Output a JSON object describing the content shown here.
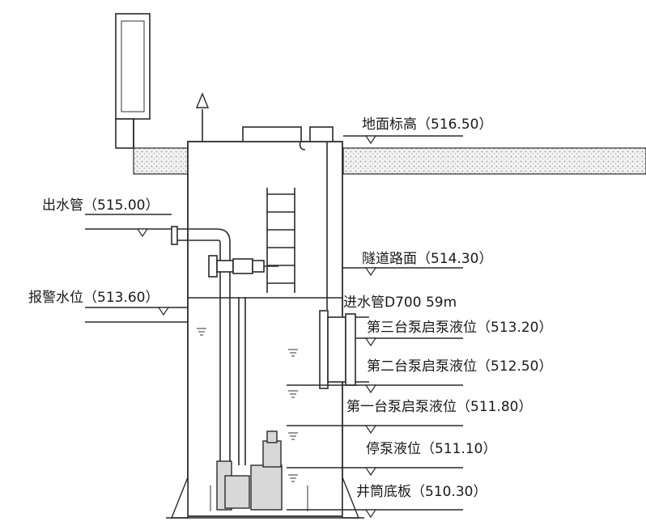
{
  "labels": {
    "ground": "地面标高（516.50）",
    "outlet": "出水管（515.00）",
    "tunnel": "隧道路面（514.30）",
    "alarm": "报警水位（513.60）",
    "inlet": "进水管D700 59m",
    "pump3": "第三台泵启泵液位（513.20）",
    "pump2": "第二台泵启泵液位（512.50）",
    "pump1": "第一台泵启泵液位（511.80）",
    "stop": "停泵液位（511.10）",
    "bottom": "井筒底板（510.30）"
  },
  "colors": {
    "line": "#2a2a2a",
    "soil": "#bdbdbd",
    "background": "#ffffff"
  },
  "icons": [
    "up-arrow-icon",
    "water-level-icon",
    "ladder-icon",
    "pump-icon",
    "control-cabinet-icon"
  ]
}
